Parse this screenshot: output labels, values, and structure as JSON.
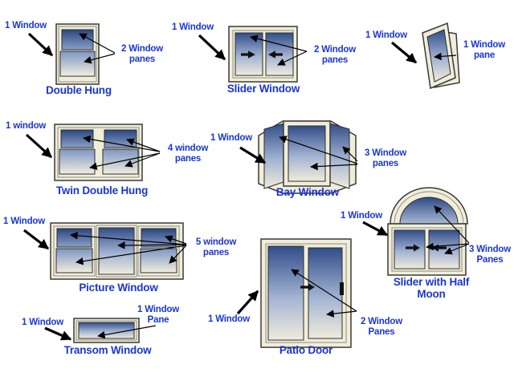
{
  "diagram": {
    "background_color": "#ffffff",
    "label_color": "#1a36d6",
    "arrow_color": "#000000",
    "frame_color": "#f0edda",
    "pane_top_color": "#2b4580",
    "pane_bottom_color": "#f0eede",
    "windows": [
      {
        "name": "double-hung",
        "title": "Double Hung",
        "window_label": "1 Window",
        "panes_label": "2 Window panes",
        "pane_count": 2
      },
      {
        "name": "slider-window",
        "title": "Slider Window",
        "window_label": "1 Window",
        "panes_label": "2 Window panes",
        "pane_count": 2
      },
      {
        "name": "casement",
        "title": "",
        "window_label": "1 Window",
        "panes_label": "1 Window pane",
        "pane_count": 1
      },
      {
        "name": "twin-double-hung",
        "title": "Twin Double Hung",
        "window_label": "1 window",
        "panes_label": "4 window panes",
        "pane_count": 4
      },
      {
        "name": "bay-window",
        "title": "Bay Window",
        "window_label": "1 Window",
        "panes_label": "3 Window panes",
        "pane_count": 3
      },
      {
        "name": "picture-window",
        "title": "Picture Window",
        "window_label": "1 Window",
        "panes_label": "5 window panes",
        "pane_count": 5
      },
      {
        "name": "slider-with-half-moon",
        "title": "Slider with Half Moon",
        "window_label": "1 Window",
        "panes_label": "3 Window Panes",
        "pane_count": 3
      },
      {
        "name": "transom-window",
        "title": "Transom Window",
        "window_label": "1 Window",
        "panes_label": "1 Window Pane",
        "pane_count": 1
      },
      {
        "name": "patio-door",
        "title": "Patio Door",
        "window_label": "1 Window",
        "panes_label": "2 Window Panes",
        "pane_count": 2
      }
    ]
  }
}
